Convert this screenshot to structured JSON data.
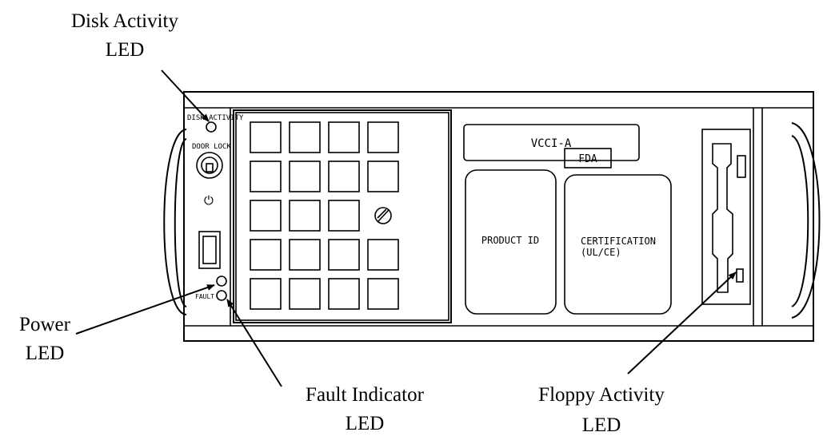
{
  "callouts": {
    "disk_activity": [
      "Disk Activity",
      "LED"
    ],
    "power": [
      "Power",
      "LED"
    ],
    "fault_indicator": [
      "Fault Indicator",
      "LED"
    ],
    "floppy_activity": [
      "Floppy Activity",
      "LED"
    ]
  },
  "panel": {
    "disk_activity_label": "DISK ACTIVITY",
    "door_lock_label": "DOOR LOCK",
    "power_symbol": "⏻",
    "fault_label": "FAULT",
    "vcci_label": "VCCI-A",
    "fda_label": "FDA",
    "product_id_label": "PRODUCT ID",
    "certification_label": [
      "CERTIFICATION",
      "(UL/CE)"
    ]
  },
  "colors": {
    "stroke": "#000000",
    "background": "#ffffff"
  }
}
